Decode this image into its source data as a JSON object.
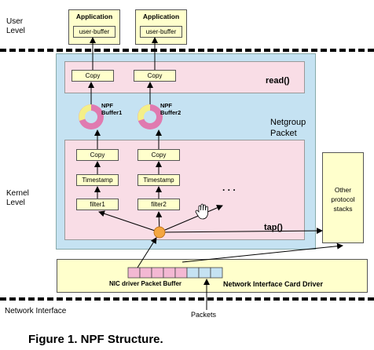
{
  "levels": {
    "user_level": "User\nLevel",
    "kernel_level": "Kernel\nLevel",
    "network_interface": "Network Interface"
  },
  "applications": [
    {
      "title": "Application",
      "buffer": "user-buffer"
    },
    {
      "title": "Application",
      "buffer": "user-buffer"
    }
  ],
  "npf": {
    "title": "Netgroup\nPacket\nFilter",
    "read_label": "read()",
    "tap_label": "tap()",
    "copy_top": [
      "Copy",
      "Copy"
    ],
    "buffers": [
      "NPF\nBuffer1",
      "NPF\nBuffer2"
    ],
    "copy_tap": [
      "Copy",
      "Copy"
    ],
    "timestamps": [
      "Timestamp",
      "Timestamp"
    ],
    "filters": [
      "filter1",
      "filter2"
    ],
    "ellipsis": ". . ."
  },
  "other_stacks": "Other\nprotocol\nstacks",
  "nic": {
    "buffer_label": "NIC driver Packet Buffer",
    "driver_label": "Network Interface Card Driver"
  },
  "packets_label": "Packets",
  "caption": "Figure 1. NPF Structure.",
  "colors": {
    "kernel_area": "#c5e2f2",
    "pink_area": "#f9dde6",
    "small_box": "#ffffcc",
    "nic_area": "#ffffcc",
    "ring_outer": "#e07ab0",
    "ring_inner": "#f4ef88",
    "tap_node": "#f4a640",
    "buffer_cell_pink": "#f3b8d3",
    "buffer_cell_blue": "#c5e2f2"
  }
}
